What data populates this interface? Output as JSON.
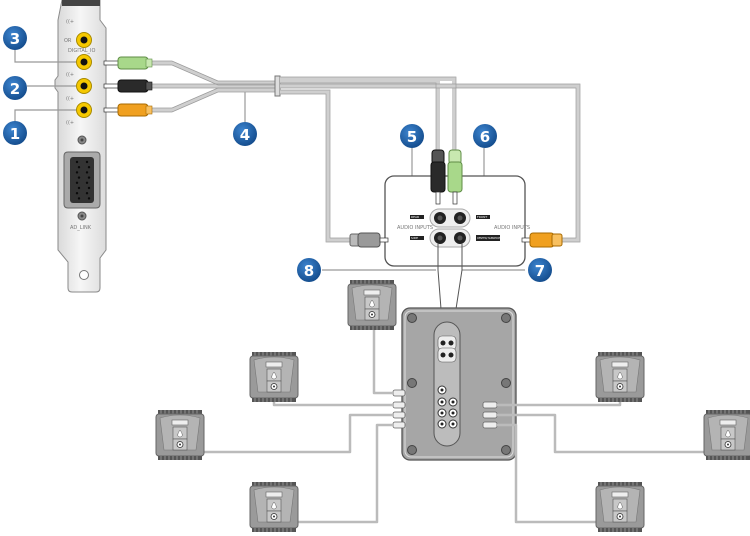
{
  "title": "5.1 speaker connection diagram",
  "sound_card": {
    "labels": {
      "or": "OR",
      "digital_io": "DIGITAL_IO",
      "ad_link": "AD_LINK"
    },
    "jack_color": "#f5c800"
  },
  "callouts": [
    {
      "number": "1",
      "target": "sound-card-jack-orange"
    },
    {
      "number": "2",
      "target": "sound-card-jack-black"
    },
    {
      "number": "3",
      "target": "sound-card-jack-green"
    },
    {
      "number": "4",
      "target": "splitter-cable"
    },
    {
      "number": "5",
      "target": "interface-rear-input"
    },
    {
      "number": "6",
      "target": "interface-front-input"
    },
    {
      "number": "7",
      "target": "interface-center-sub-input"
    },
    {
      "number": "8",
      "target": "interface-side-input"
    }
  ],
  "plug_colors": {
    "green": "#a8d88a",
    "black": "#2a2a2a",
    "orange": "#f0a020",
    "gray": "#9a9a9a"
  },
  "badge_color": "#1a5fa8",
  "interface_box": {
    "labels": {
      "rear": "REAR",
      "front": "FRONT",
      "side": "SIDE",
      "center_sub": "CENTER/ SUBWOOFER",
      "audio_inputs": "AUDIO INPUTS"
    }
  },
  "speakers": [
    {
      "name": "speaker-top-left"
    },
    {
      "name": "speaker-mid-left"
    },
    {
      "name": "speaker-far-left"
    },
    {
      "name": "speaker-bottom-left"
    },
    {
      "name": "speaker-top-right"
    },
    {
      "name": "speaker-far-right"
    },
    {
      "name": "speaker-bottom-right"
    }
  ]
}
